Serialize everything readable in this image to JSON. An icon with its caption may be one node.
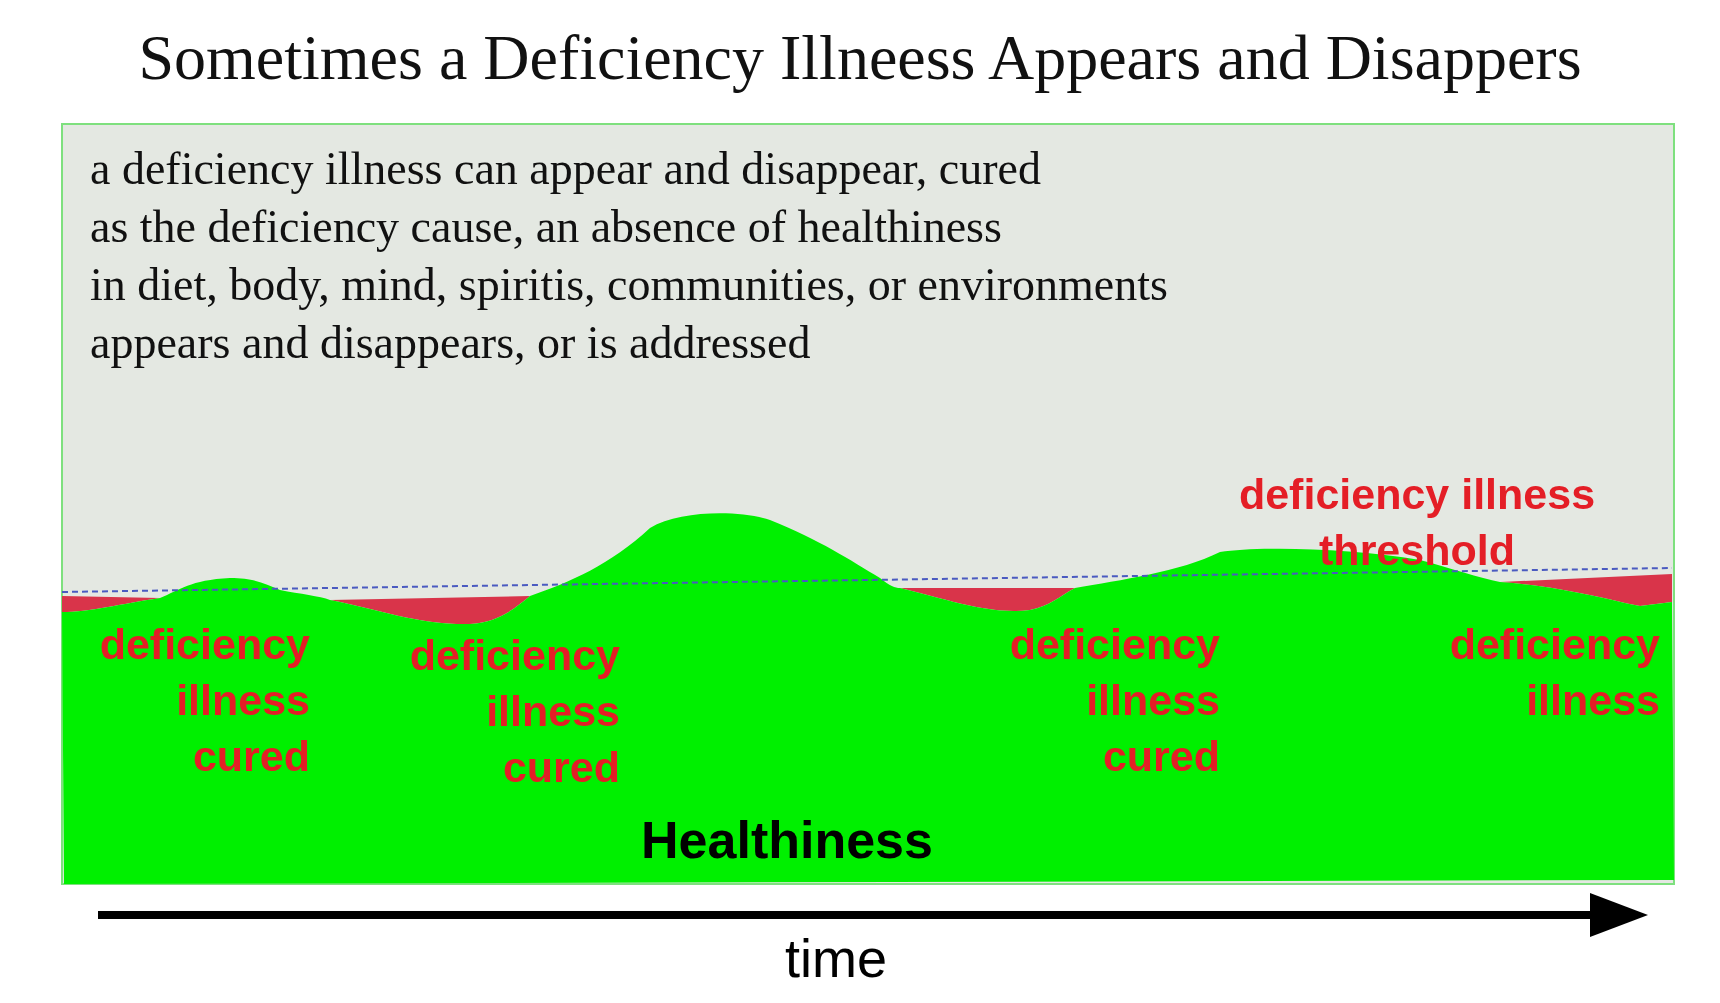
{
  "diagram": {
    "title": "Sometimes a Deficiency Illneess Appears and Disappers",
    "labels": [
      "a deficiency illness can appear and disappear, cured as the deficiency cause, an absence of healthiness in diet, body, mind, spiritis, communities, or environments appears and disappears, or is addressed",
      "deficiency illness threshold",
      "deficiency illness cured",
      "deficiency illness cured",
      "deficiency illness cured",
      "deficiency illness",
      "Healthiness",
      "time"
    ]
  }
}
